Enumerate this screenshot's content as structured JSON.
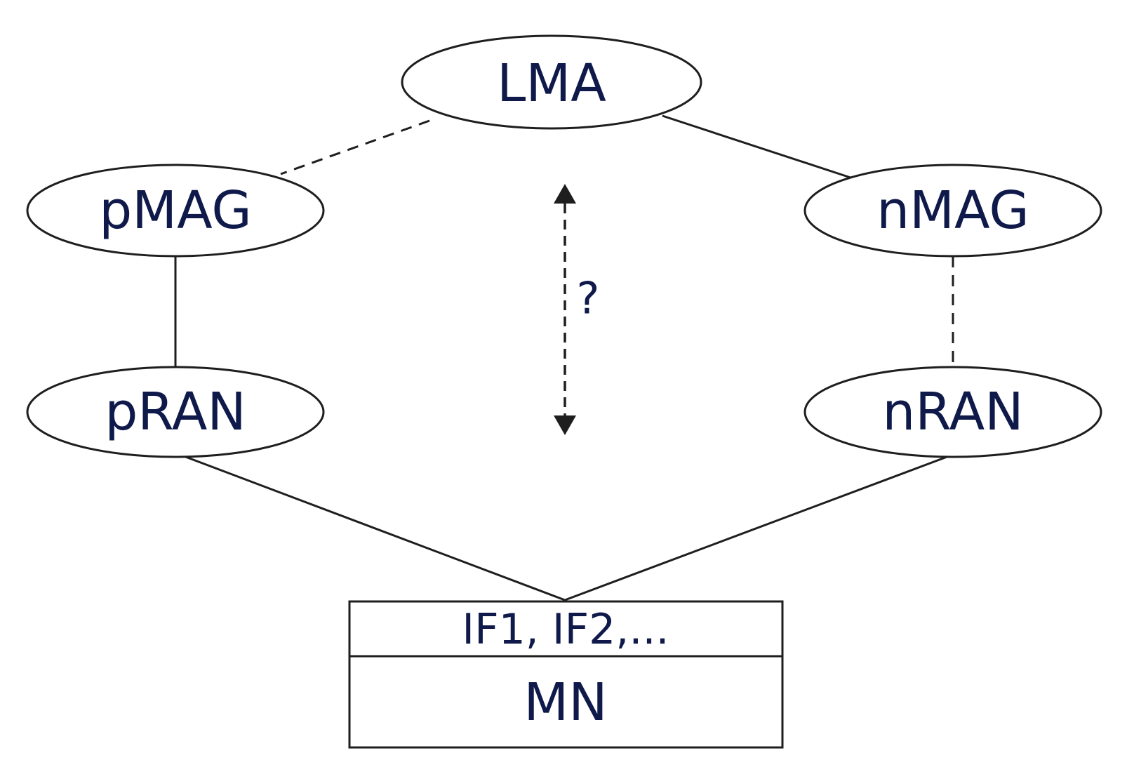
{
  "nodes": {
    "lma": "LMA",
    "pmag": "pMAG",
    "nmag": "nMAG",
    "pran": "pRAN",
    "nran": "nRAN"
  },
  "mn_box": {
    "interfaces": "IF1, IF2,...",
    "name": "MN"
  },
  "relation": {
    "question": "?"
  }
}
